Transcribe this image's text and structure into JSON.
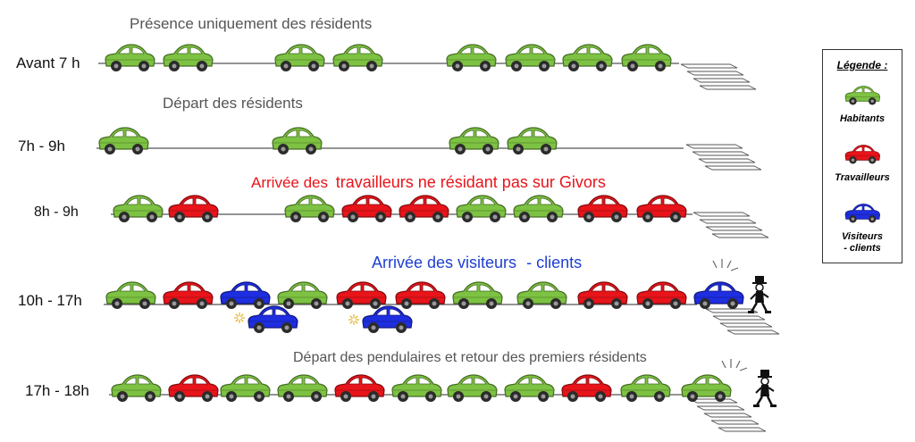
{
  "colors": {
    "habitants": "#7dc242",
    "travailleurs": "#e8141a",
    "visiteurs": "#1e2ee0",
    "title_gray": "#555555",
    "title_red": "#e8141a",
    "title_blue": "#1e3fd0"
  },
  "rows": [
    {
      "time": "Avant 7 h",
      "title": "Présence uniquement des résidents",
      "cars": [
        "habitants",
        "habitants",
        "habitants",
        "habitants",
        "habitants",
        "habitants",
        "habitants",
        "habitants"
      ]
    },
    {
      "time": "7h - 9h",
      "title": "Départ des résidents",
      "cars": [
        "habitants",
        "habitants",
        "habitants",
        "habitants"
      ]
    },
    {
      "time": "8h - 9h",
      "title_part1": "Arrivée des",
      "title_part2": "travailleurs ne résidant pas sur Givors",
      "cars": [
        "habitants",
        "travailleurs",
        "habitants",
        "travailleurs",
        "travailleurs",
        "habitants",
        "habitants",
        "travailleurs",
        "travailleurs"
      ]
    },
    {
      "time": "10h - 17h",
      "title_part1": "Arrivée des visiteurs",
      "title_part2": "- clients",
      "cars": [
        "habitants",
        "travailleurs",
        "visiteurs",
        "habitants",
        "travailleurs",
        "travailleurs",
        "habitants",
        "habitants",
        "travailleurs",
        "travailleurs",
        "visiteurs"
      ],
      "waiting_cars": [
        "visiteurs",
        "visiteurs"
      ]
    },
    {
      "time": "17h - 18h",
      "title": "Départ des pendulaires et retour des premiers résidents",
      "cars": [
        "habitants",
        "travailleurs",
        "habitants",
        "habitants",
        "travailleurs",
        "habitants",
        "habitants",
        "habitants",
        "travailleurs",
        "habitants",
        "habitants"
      ]
    }
  ],
  "legend": {
    "title": "Légende :",
    "items": [
      {
        "label": "Habitants",
        "type": "habitants"
      },
      {
        "label": "Travailleurs",
        "type": "travailleurs"
      },
      {
        "label": "Visiteurs\n- clients",
        "type": "visiteurs"
      }
    ]
  },
  "icons": [
    "car-icon",
    "pedestrian-icon",
    "crosswalk-icon",
    "headlight-flash-icon"
  ]
}
